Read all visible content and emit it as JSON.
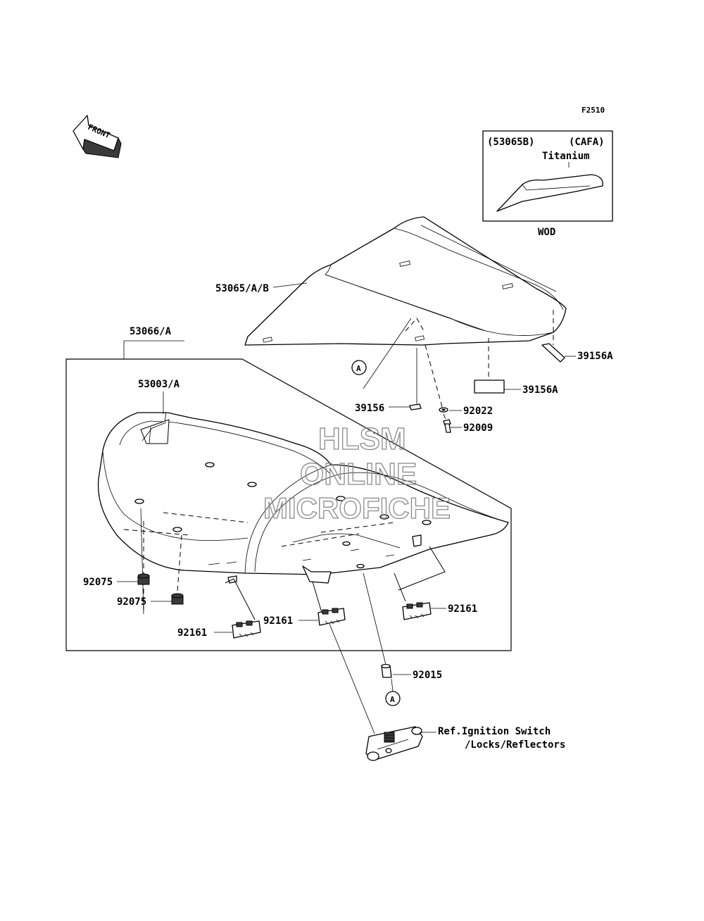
{
  "figure_code": "F2510",
  "front_arrow_label": "FRONT",
  "inset": {
    "part_code": "(53065B)",
    "variant_code": "(CAFA)",
    "color_label": "Titanium",
    "footer": "WOD"
  },
  "parts": {
    "seat_cover": "53065/A/B",
    "seat_assembly": "53066/A",
    "seat_pad": "53003/A",
    "strap_rear": "39156A",
    "strap_mid": "39156A",
    "strap_front": "39156",
    "washer": "92022",
    "bolt": "92009",
    "damper_upper": "92075",
    "damper_lower": "92075",
    "bracket_right": "92161",
    "bracket_center": "92161",
    "bracket_left": "92161",
    "collar": "92015"
  },
  "reference_marker": "A",
  "reference_note_line1": "Ref.Ignition Switch",
  "reference_note_line2": "/Locks/Reflectors",
  "watermark": {
    "line1": "HLSM",
    "line2": "ONLINE",
    "line3": "MICROFICHE"
  }
}
